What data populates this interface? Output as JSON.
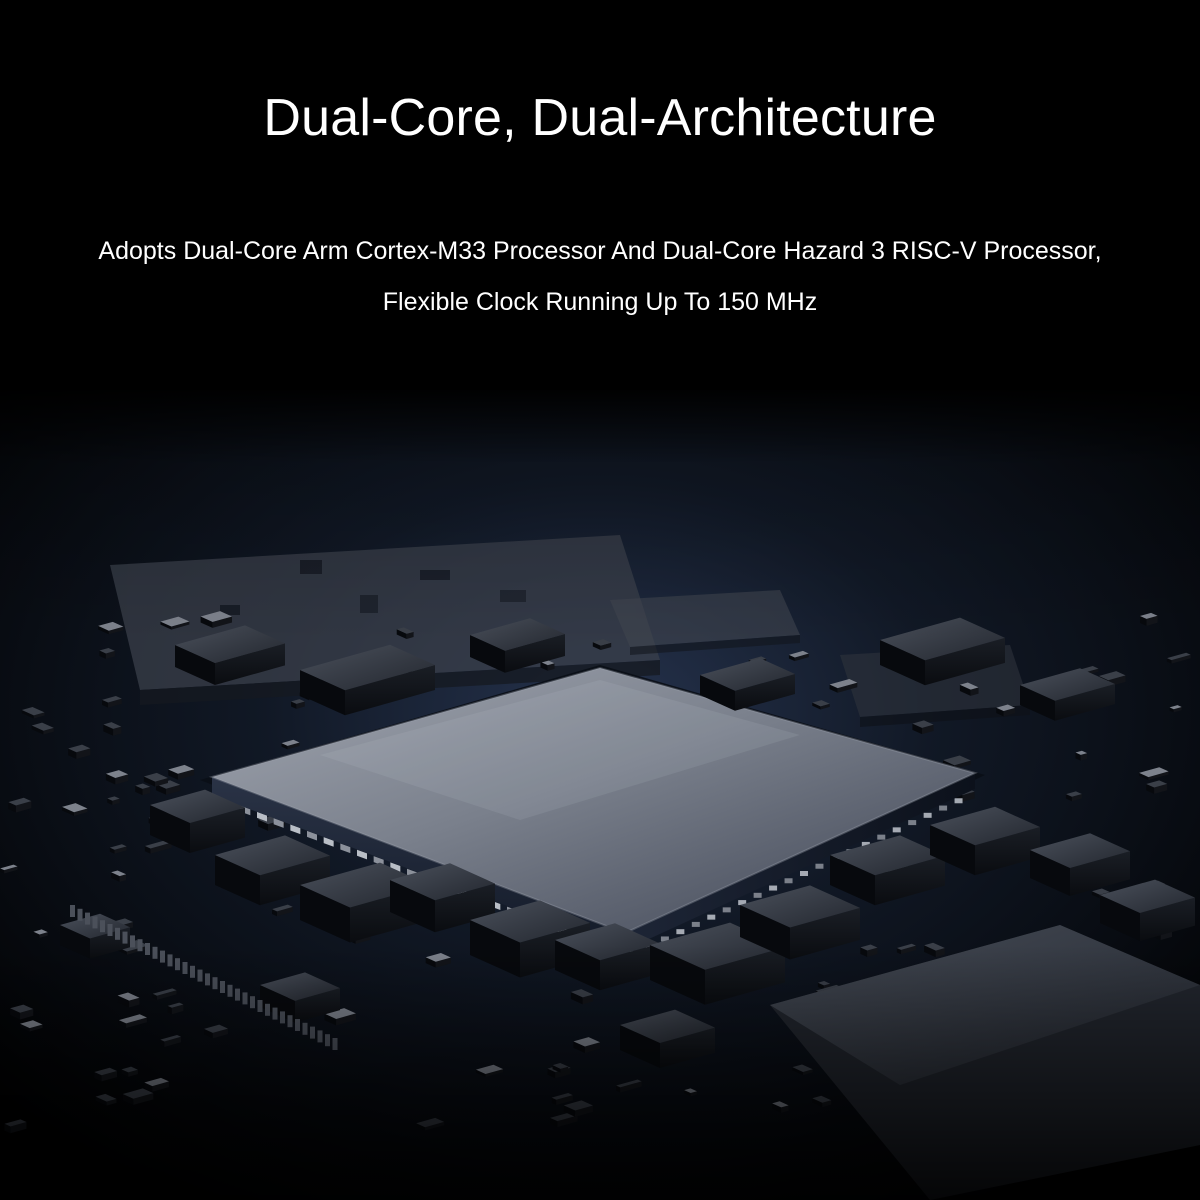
{
  "banner": {
    "title": "Dual-Core, Dual-Architecture",
    "subtitle_line_1": "Adopts Dual-Core Arm Cortex-M33 Processor And Dual-Core Hazard 3 RISC-V Processor,",
    "subtitle_line_2": "Flexible Clock Running Up To 150 MHz"
  },
  "colors": {
    "background": "#000000",
    "text": "#ffffff",
    "board_dark": "#0d1118",
    "chip_top_light": "#8a8f99",
    "chip_top_dark": "#3b4150",
    "chip_edge": "#1b2233",
    "glow": "#3a4a6a"
  },
  "illustration": {
    "subject": "circuit-board-with-processor-chip"
  }
}
